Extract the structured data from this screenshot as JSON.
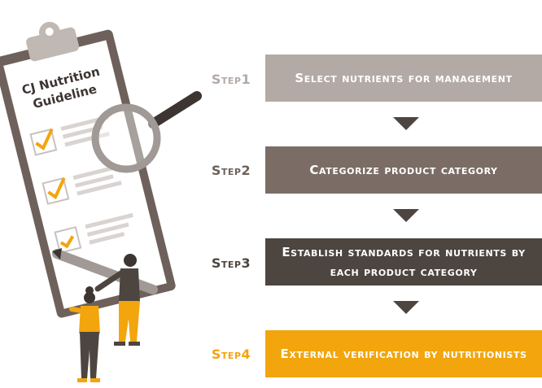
{
  "clipboard": {
    "title_line1": "CJ Nutrition",
    "title_line2": "Guideline"
  },
  "steps": [
    {
      "label": "Step1",
      "text": "Select nutrients for management",
      "box_color": "#b4aaa5",
      "label_color": "#b4aaa5"
    },
    {
      "label": "Step2",
      "text": "Categorize product category",
      "box_color": "#7b6d66",
      "label_color": "#6e615b"
    },
    {
      "label": "Step3",
      "text": "Establish standards for nutrients by each product category",
      "box_color": "#4d4540",
      "label_color": "#4d4540"
    },
    {
      "label": "Step4",
      "text": "External verification by nutritionists",
      "box_color": "#f2a50c",
      "label_color": "#f2a50c"
    }
  ],
  "colors": {
    "arrow": "#4e4540",
    "clipboard_frame": "#6e615b",
    "check": "#f2a50c"
  }
}
